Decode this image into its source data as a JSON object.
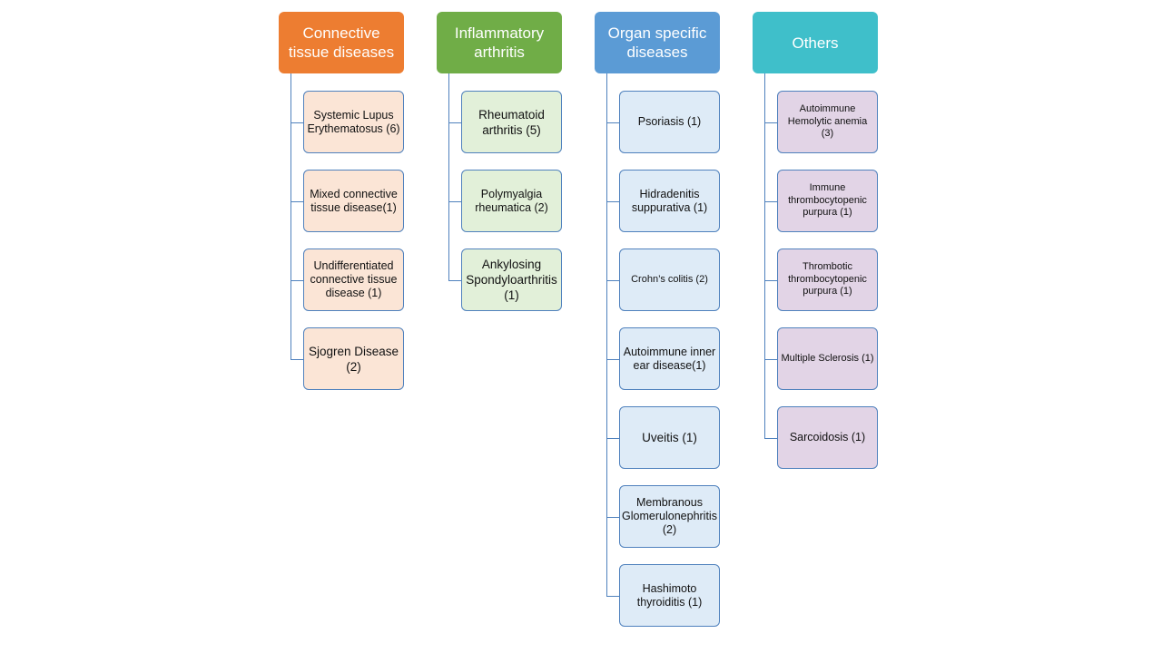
{
  "colors": {
    "connector": "#4f81bd",
    "child_border": "#4f81bd"
  },
  "groups": [
    {
      "title": "Connective tissue diseases",
      "header_color": "#ed7d31",
      "child_fill": "#fbe5d6",
      "children": [
        {
          "label": "Systemic Lupus Erythematosus (6)",
          "size": "normal"
        },
        {
          "label": "Mixed connective tissue disease(1)",
          "size": "normal"
        },
        {
          "label": "Undifferentiated connective tissue disease (1)",
          "size": "normal"
        },
        {
          "label": "Sjogren Disease (2)",
          "size": "large"
        }
      ]
    },
    {
      "title": "Inflammatory arthritis",
      "header_color": "#70ad47",
      "child_fill": "#e2f0d9",
      "children": [
        {
          "label": "Rheumatoid arthritis (5)",
          "size": "large"
        },
        {
          "label": "Polymyalgia rheumatica (2)",
          "size": "normal"
        },
        {
          "label": "Ankylosing Spondyloarthritis (1)",
          "size": "large"
        }
      ]
    },
    {
      "title": "Organ specific diseases",
      "header_color": "#5b9bd5",
      "child_fill": "#deebf7",
      "children": [
        {
          "label": "Psoriasis (1)",
          "size": "normal"
        },
        {
          "label": "Hidradenitis suppurativa (1)",
          "size": "normal"
        },
        {
          "label": "Crohn’s colitis (2)",
          "size": "small"
        },
        {
          "label": "Autoimmune inner ear disease(1)",
          "size": "normal"
        },
        {
          "label": "Uveitis (1)",
          "size": "large"
        },
        {
          "label": "Membranous Glomerulonephritis (2)",
          "size": "normal"
        },
        {
          "label": "Hashimoto thyroiditis (1)",
          "size": "normal"
        }
      ]
    },
    {
      "title": "Others",
      "header_color": "#3fbfca",
      "child_fill": "#e2d4e6",
      "children": [
        {
          "label": "Autoimmune Hemolytic anemia (3)",
          "size": "small"
        },
        {
          "label": "Immune thrombocytopenic purpura (1)",
          "size": "small"
        },
        {
          "label": "Thrombotic thrombocytopenic purpura (1)",
          "size": "small"
        },
        {
          "label": "Multiple Sclerosis (1)",
          "size": "small"
        },
        {
          "label": "Sarcoidosis (1)",
          "size": "normal"
        }
      ]
    }
  ]
}
